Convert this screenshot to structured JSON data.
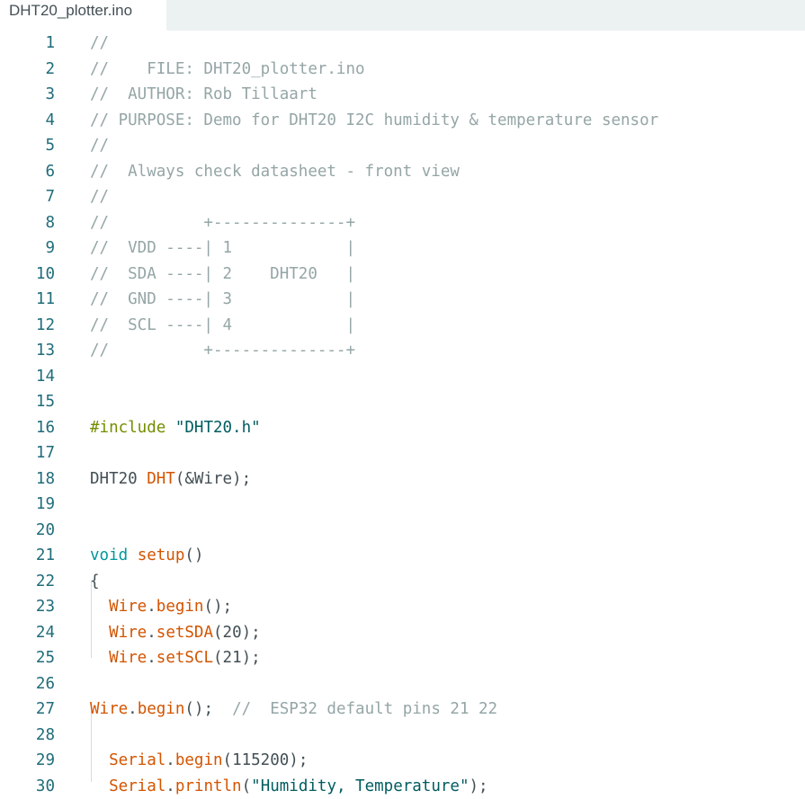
{
  "tab": {
    "label": "DHT20_plotter.ino"
  },
  "lines": [
    {
      "n": "1",
      "tokens": [
        {
          "t": "//",
          "c": "comment"
        }
      ]
    },
    {
      "n": "2",
      "tokens": [
        {
          "t": "//    FILE: DHT20_plotter.ino",
          "c": "comment"
        }
      ]
    },
    {
      "n": "3",
      "tokens": [
        {
          "t": "//  AUTHOR: Rob Tillaart",
          "c": "comment"
        }
      ]
    },
    {
      "n": "4",
      "tokens": [
        {
          "t": "// PURPOSE: Demo for DHT20 I2C humidity & temperature sensor",
          "c": "comment"
        }
      ]
    },
    {
      "n": "5",
      "tokens": [
        {
          "t": "//",
          "c": "comment"
        }
      ]
    },
    {
      "n": "6",
      "tokens": [
        {
          "t": "//  Always check datasheet - front view",
          "c": "comment"
        }
      ]
    },
    {
      "n": "7",
      "tokens": [
        {
          "t": "//",
          "c": "comment"
        }
      ]
    },
    {
      "n": "8",
      "tokens": [
        {
          "t": "//          +--------------+",
          "c": "comment"
        }
      ]
    },
    {
      "n": "9",
      "tokens": [
        {
          "t": "//  VDD ----| 1            |",
          "c": "comment"
        }
      ]
    },
    {
      "n": "10",
      "tokens": [
        {
          "t": "//  SDA ----| 2    DHT20   |",
          "c": "comment"
        }
      ]
    },
    {
      "n": "11",
      "tokens": [
        {
          "t": "//  GND ----| 3            |",
          "c": "comment"
        }
      ]
    },
    {
      "n": "12",
      "tokens": [
        {
          "t": "//  SCL ----| 4            |",
          "c": "comment"
        }
      ]
    },
    {
      "n": "13",
      "tokens": [
        {
          "t": "//          +--------------+",
          "c": "comment"
        }
      ]
    },
    {
      "n": "14",
      "tokens": []
    },
    {
      "n": "15",
      "tokens": []
    },
    {
      "n": "16",
      "tokens": [
        {
          "t": "#include",
          "c": "include"
        },
        {
          "t": " ",
          "c": "plain"
        },
        {
          "t": "\"DHT20.h\"",
          "c": "string"
        }
      ]
    },
    {
      "n": "17",
      "tokens": []
    },
    {
      "n": "18",
      "tokens": [
        {
          "t": "DHT20 ",
          "c": "plain"
        },
        {
          "t": "DHT",
          "c": "func"
        },
        {
          "t": "(&Wire);",
          "c": "plain"
        }
      ]
    },
    {
      "n": "19",
      "tokens": []
    },
    {
      "n": "20",
      "tokens": []
    },
    {
      "n": "21",
      "tokens": [
        {
          "t": "void",
          "c": "type"
        },
        {
          "t": " ",
          "c": "plain"
        },
        {
          "t": "setup",
          "c": "func"
        },
        {
          "t": "()",
          "c": "plain"
        }
      ]
    },
    {
      "n": "22",
      "tokens": [
        {
          "t": "{",
          "c": "plain"
        }
      ]
    },
    {
      "n": "23",
      "tokens": [
        {
          "t": "  ",
          "c": "plain"
        },
        {
          "t": "Wire",
          "c": "func"
        },
        {
          "t": ".",
          "c": "plain"
        },
        {
          "t": "begin",
          "c": "func"
        },
        {
          "t": "();",
          "c": "plain"
        }
      ]
    },
    {
      "n": "24",
      "tokens": [
        {
          "t": "  ",
          "c": "plain"
        },
        {
          "t": "Wire",
          "c": "func"
        },
        {
          "t": ".",
          "c": "plain"
        },
        {
          "t": "setSDA",
          "c": "func"
        },
        {
          "t": "(20);",
          "c": "plain"
        }
      ]
    },
    {
      "n": "25",
      "tokens": [
        {
          "t": "  ",
          "c": "plain"
        },
        {
          "t": "Wire",
          "c": "func"
        },
        {
          "t": ".",
          "c": "plain"
        },
        {
          "t": "setSCL",
          "c": "func"
        },
        {
          "t": "(21);",
          "c": "plain"
        }
      ]
    },
    {
      "n": "26",
      "tokens": []
    },
    {
      "n": "27",
      "tokens": [
        {
          "t": "Wire",
          "c": "func"
        },
        {
          "t": ".",
          "c": "plain"
        },
        {
          "t": "begin",
          "c": "func"
        },
        {
          "t": "();  ",
          "c": "plain"
        },
        {
          "t": "//  ESP32 default pins 21 22",
          "c": "comment"
        }
      ]
    },
    {
      "n": "28",
      "tokens": []
    },
    {
      "n": "29",
      "tokens": [
        {
          "t": "  ",
          "c": "plain"
        },
        {
          "t": "Serial",
          "c": "func"
        },
        {
          "t": ".",
          "c": "plain"
        },
        {
          "t": "begin",
          "c": "func"
        },
        {
          "t": "(115200);",
          "c": "plain"
        }
      ]
    },
    {
      "n": "30",
      "tokens": [
        {
          "t": "  ",
          "c": "plain"
        },
        {
          "t": "Serial",
          "c": "func"
        },
        {
          "t": ".",
          "c": "plain"
        },
        {
          "t": "println",
          "c": "func"
        },
        {
          "t": "(",
          "c": "plain"
        },
        {
          "t": "\"Humidity, Temperature\"",
          "c": "string"
        },
        {
          "t": ");",
          "c": "plain"
        }
      ]
    }
  ],
  "colors": {
    "comment": "#95a5a6",
    "include": "#728e00",
    "string": "#005c5f",
    "type": "#00979c",
    "func": "#d35400",
    "plain": "#434f54",
    "line_number": "#1f6c7a",
    "tabbar": "#ecf1f1"
  }
}
